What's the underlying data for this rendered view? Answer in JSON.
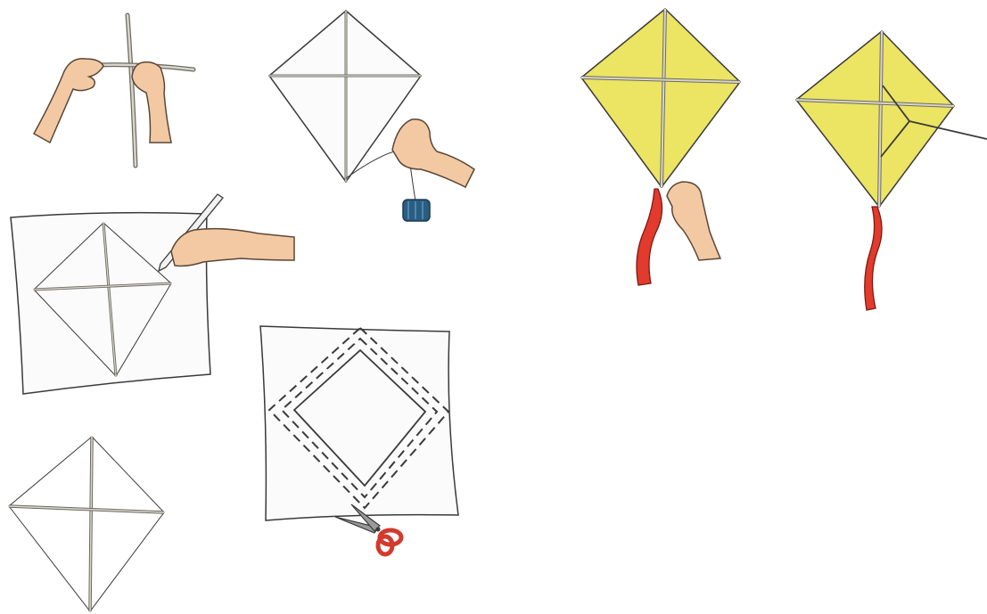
{
  "illustration": {
    "steps": [
      {
        "id": "step-1",
        "description": ""
      },
      {
        "id": "step-2",
        "description": ""
      },
      {
        "id": "step-3",
        "description": ""
      },
      {
        "id": "step-4",
        "description": ""
      },
      {
        "id": "step-5",
        "description": ""
      },
      {
        "id": "step-6",
        "description": ""
      },
      {
        "id": "step-7",
        "description": ""
      }
    ]
  },
  "colors": {
    "stick": "#d9d5c9",
    "stick_outline": "#6b6a63",
    "line": "#3a3a3a",
    "skin": "#f3c9a3",
    "skin_outline": "#5a4636",
    "paper": "#fafafa",
    "kite_yellow": "#ece463",
    "tail_red": "#e23a2c",
    "spool_blue": "#2a5d82",
    "scissors_red": "#d23a2e",
    "scissors_blade": "#9a9a9a"
  }
}
